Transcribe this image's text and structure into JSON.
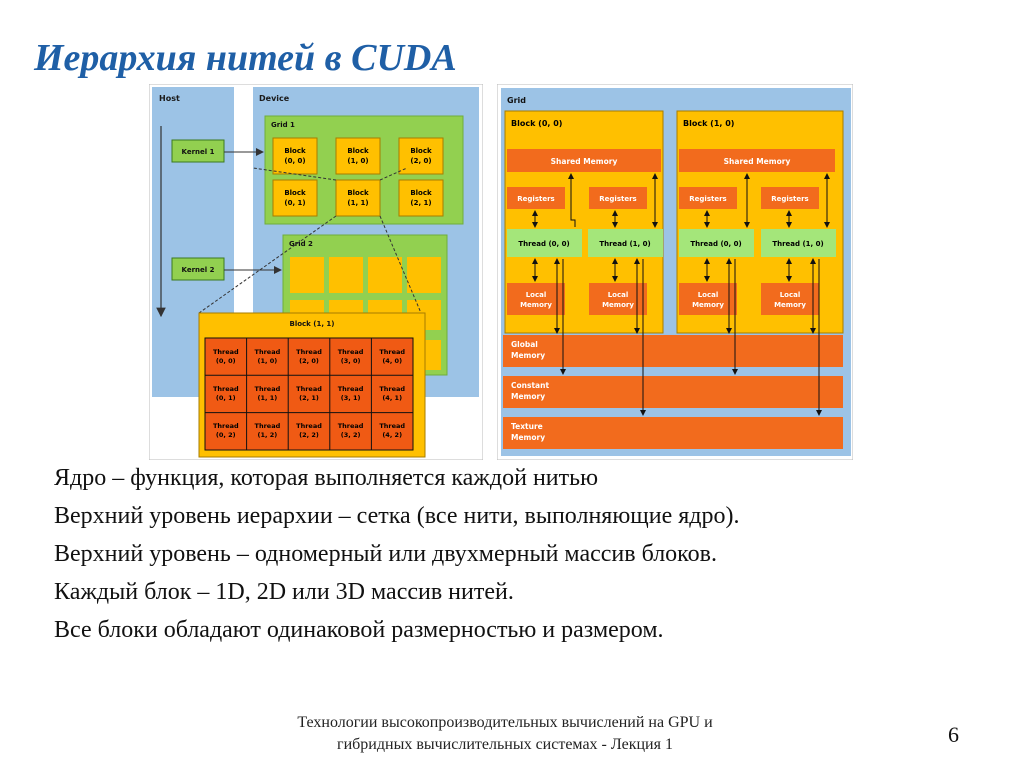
{
  "slide": {
    "title": "Иерархия нитей в CUDA",
    "bullets": [
      "Ядро – функция, которая выполняется каждой нитью",
      "Верхний уровень иерархии – сетка (все нити, выполняющие ядро).",
      "Верхний уровень – одномерный или двухмерный массив блоков.",
      "Каждый блок – 1D, 2D или 3D массив нитей.",
      "Все блоки обладают одинаковой размерностью и размером."
    ],
    "footer_line1": "Технологии высокопроизводительных вычислений на GPU и",
    "footer_line2": "гибридных вычислительных системах - Лекция 1",
    "page_number": "6"
  },
  "diagram_left": {
    "host": "Host",
    "device": "Device",
    "kernel1": "Kernel 1",
    "kernel2": "Kernel 2",
    "grid1": "Grid 1",
    "grid2": "Grid 2",
    "blocks": [
      [
        "Block",
        "(0, 0)"
      ],
      [
        "Block",
        "(1, 0)"
      ],
      [
        "Block",
        "(2, 0)"
      ],
      [
        "Block",
        "(0, 1)"
      ],
      [
        "Block",
        "(1, 1)"
      ],
      [
        "Block",
        "(2, 1)"
      ]
    ],
    "block_detail": "Block (1, 1)",
    "thread": "Thread",
    "threads": [
      "(0, 0)",
      "(1, 0)",
      "(2, 0)",
      "(3, 0)",
      "(4, 0)",
      "(0, 1)",
      "(1, 1)",
      "(2, 1)",
      "(3, 1)",
      "(4, 1)",
      "(0, 2)",
      "(1, 2)",
      "(2, 2)",
      "(3, 2)",
      "(4, 2)"
    ]
  },
  "diagram_right": {
    "grid": "Grid",
    "block0": "Block (0, 0)",
    "block1": "Block (1, 0)",
    "shared": "Shared Memory",
    "registers": "Registers",
    "thread00": "Thread (0, 0)",
    "thread10": "Thread (1, 0)",
    "local1": "Local",
    "local2": "Memory",
    "global1": "Global",
    "global2": "Memory",
    "constant1": "Constant",
    "constant2": "Memory",
    "texture1": "Texture",
    "texture2": "Memory"
  },
  "colors": {
    "title": "#1f5fa6",
    "host_blue": "#9cc3e6",
    "grid_green": "#92d050",
    "block_orange": "#ffc000",
    "thread_red": "#f05a14",
    "memory_orange": "#f26b1d",
    "thread_green": "#a4e67a"
  }
}
